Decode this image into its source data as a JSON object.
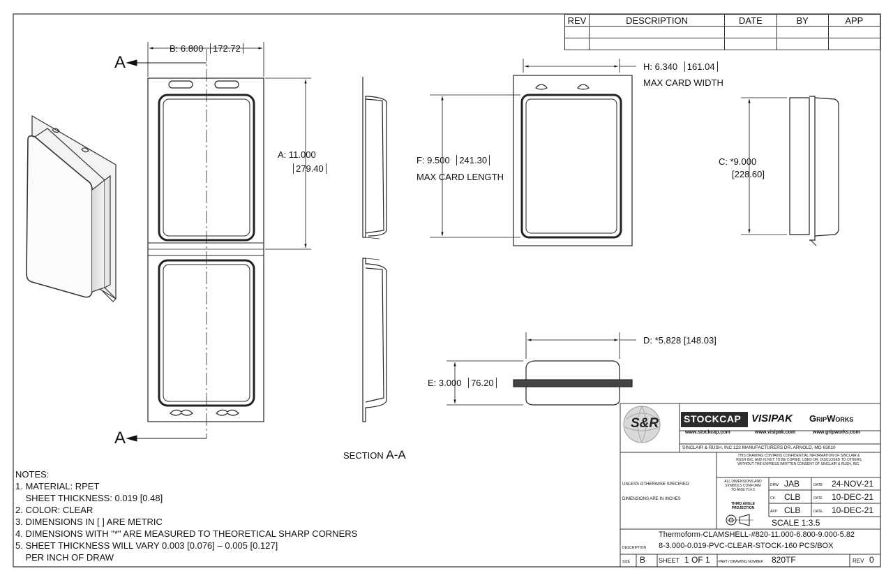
{
  "revision_block": {
    "headers": [
      "REV",
      "DESCRIPTION",
      "DATE",
      "BY",
      "APP"
    ]
  },
  "dimensions": {
    "b_width": "B:  6.800",
    "b_width_metric": "172.72",
    "a_height": "A:  11.000",
    "a_height_metric": "279.40",
    "f_length": "F:  9.500",
    "f_length_metric": "241.30",
    "f_note": "MAX CARD LENGTH",
    "h_width": "H:  6.340",
    "h_width_metric": "161.04",
    "h_note": "MAX CARD WIDTH",
    "c_height": "C:  *9.000",
    "c_height_metric": "[228.60]",
    "d_width": "D:  *5.828 [148.03]",
    "e_depth": "E:  3.000",
    "e_depth_metric": "76.20"
  },
  "section": {
    "marker_top": "A",
    "marker_bottom": "A",
    "label": "SECTION",
    "label_letters": "A-A"
  },
  "notes": {
    "title": "NOTES:",
    "lines": [
      "1. MATERIAL: RPET",
      "    SHEET THICKNESS: 0.019 [0.48]",
      "2. COLOR: CLEAR",
      "3. DIMENSIONS IN [ ] ARE METRIC",
      "4. DIMENSIONS WITH \"*\" ARE MEASURED TO THEORETICAL SHARP CORNERS",
      "5. SHEET THICKNESS WILL VARY 0.003 [0.076] – 0.005 [0.127]",
      "    PER INCH OF DRAW"
    ]
  },
  "title_block": {
    "logo_text": "S&R",
    "brand_stockcap": "STOCKCAP",
    "brand_visipak": "VISIPAK",
    "brand_gripworks": "GripWorks",
    "url_stockcap": "www.stockcap.com",
    "url_visipak": "www.visipak.com",
    "url_gripworks": "www.gripworks.com",
    "company_address": "SINCLAIR & RUSH, INC 123 MANUFACTURERS DR. ARNOLD, MO 63010",
    "confidential": [
      "THIS DRAWING CONTAINS CONFIDENTIAL INFORMATION OF SINCLAIR &",
      "RUSH INC. AND IS NOT TO BE COPIED, USED OR, DISCLOSED TO OTHERS",
      "WITHOUT THE EXPRESS WRITTEN CONSENT OF SINCLAIR & RUSH, INC."
    ],
    "unless_specified": "UNLESS OTHERWISE SPECIFIED:",
    "dims_inches": "DIMENSIONS ARE IN INCHES",
    "ansi_note": [
      "ALL DIMENSIONS AND",
      "SYMBOLS CONFORM",
      "TO ANSI Y14.5"
    ],
    "third_angle": [
      "THIRD ANGLE",
      "PROJECTION"
    ],
    "drw_label": "DRW",
    "drw_value": "JAB",
    "ck_label": "CK",
    "ck_value": "CLB",
    "app_label": "APP",
    "app_value": "CLB",
    "date_label": "DATE",
    "date_drw": "24-NOV-21",
    "date_ck": "10-DEC-21",
    "date_app": "10-DEC-21",
    "scale": "SCALE 1:3.5",
    "description_label": "DESCRIPTION",
    "description_line1": "Thermoform-CLAMSHELL-#820-11.000-6.800-9.000-5.82",
    "description_line2": "8-3.000-0.019-PVC-CLEAR-STOCK-160 PCS/BOX",
    "size_label": "SIZE",
    "size_value": "B",
    "sheet_label": "SHEET",
    "sheet_value": "1 OF 1",
    "part_label": "PART / DRAWING NUMBER",
    "part_value": "820TF",
    "rev_label": "REV",
    "rev_value": "0"
  }
}
